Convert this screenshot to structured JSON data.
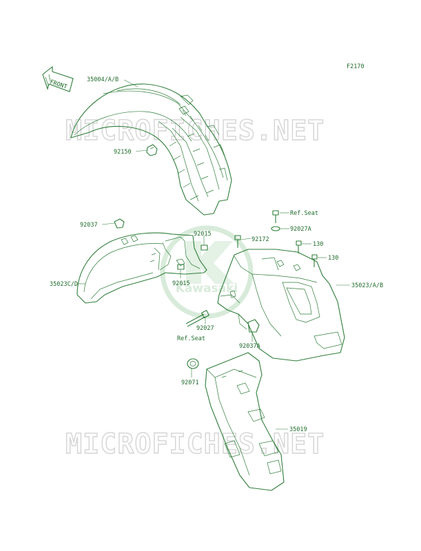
{
  "diagram_id": "F2170",
  "front_label": "FRONT",
  "watermark": "MICROFICHES.NET",
  "logo_text": "Kawasaki",
  "colors": {
    "line": "#2f7d3a",
    "text": "#1e6b2a",
    "watermark": "#d4d4d4",
    "logo": "#b9dcbc"
  },
  "parts": {
    "p35004": "35004/A/B",
    "p92150": "92150",
    "p92037": "92037",
    "p92015a": "92015",
    "p92015b": "92015",
    "p35023cd": "35023C/D",
    "p92172": "92172",
    "p92027": "92027",
    "ref_seat_bottom": "Ref.Seat",
    "ref_seat_top": "Ref.Seat",
    "p92027a": "92027A",
    "p130a": "130",
    "p130b": "130",
    "p35023ab": "35023/A/B",
    "p92037a": "92037A",
    "p92071": "92071",
    "p35019": "35019"
  }
}
